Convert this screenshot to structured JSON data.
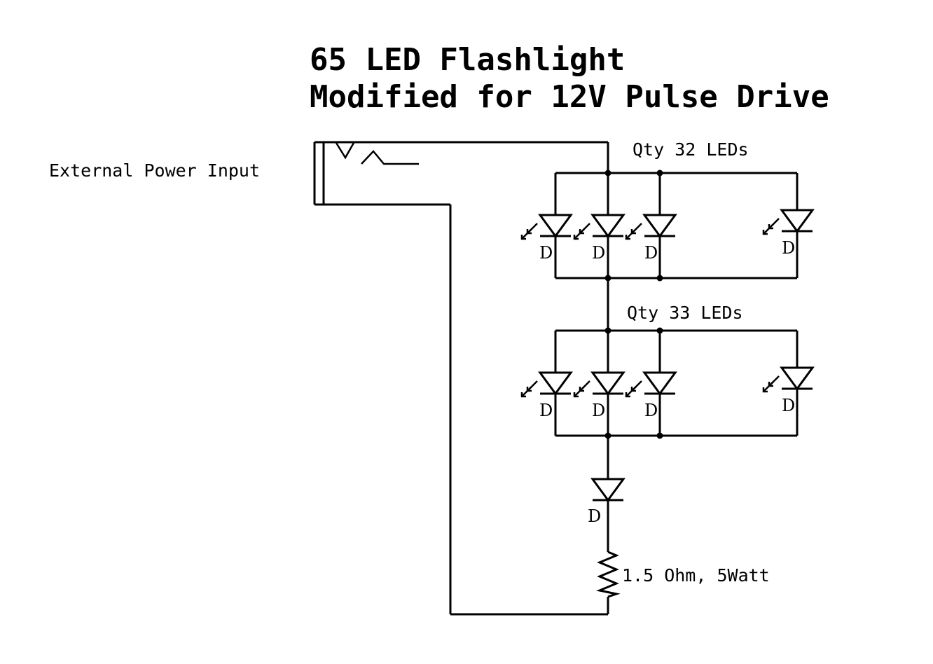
{
  "title": {
    "line1": "65 LED Flashlight",
    "line2": "Modified for 12V Pulse Drive"
  },
  "labels": {
    "power_input": "External Power Input",
    "bank1": "Qty 32  LEDs",
    "bank2": "Qty 33 LEDs",
    "resistor": "1.5 Ohm, 5Watt",
    "diode": "D"
  }
}
